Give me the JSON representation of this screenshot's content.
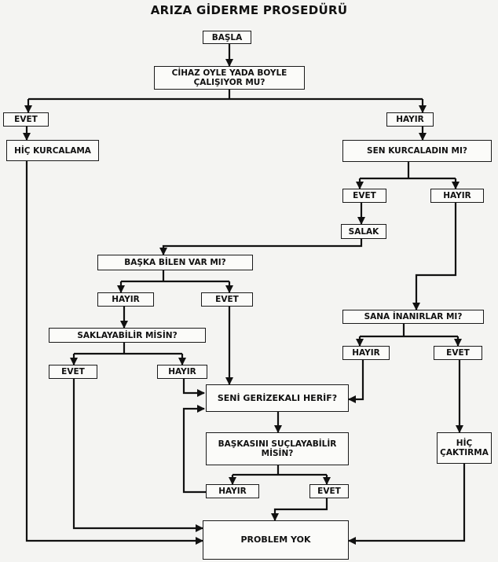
{
  "title": "ARIZA GİDERME PROSEDÜRÜ",
  "nodes": {
    "basla": "BAŞLA",
    "q_calisiyor": "CİHAZ OYLE YADA BOYLE ÇALIŞIYOR MU?",
    "evet1": "EVET",
    "hayir1": "HAYIR",
    "hic_kurcalama": "HİÇ KURCALAMA",
    "q_kurcaladin": "SEN KURCALADIN MI?",
    "evet2": "EVET",
    "hayir2": "HAYIR",
    "salak": "SALAK",
    "q_baska_bilen": "BAŞKA BİLEN VAR MI?",
    "hayir3": "HAYIR",
    "evet3": "EVET",
    "q_saklayabilir": "SAKLAYABİLİR MİSİN?",
    "evet4": "EVET",
    "hayir4": "HAYIR",
    "q_inanirlar": "SANA İNANIRLAR MI?",
    "hayir5": "HAYIR",
    "evet5": "EVET",
    "q_gerizekali": "SENİ GERİZEKALI HERİF?",
    "q_suclayabilir": "BAŞKASINI SUÇLAYABİLİR MİSİN?",
    "hayir6": "HAYIR",
    "evet6": "EVET",
    "hic_caktirma": "HİÇ ÇAKTIRMA",
    "problem_yok": "PROBLEM YOK"
  }
}
